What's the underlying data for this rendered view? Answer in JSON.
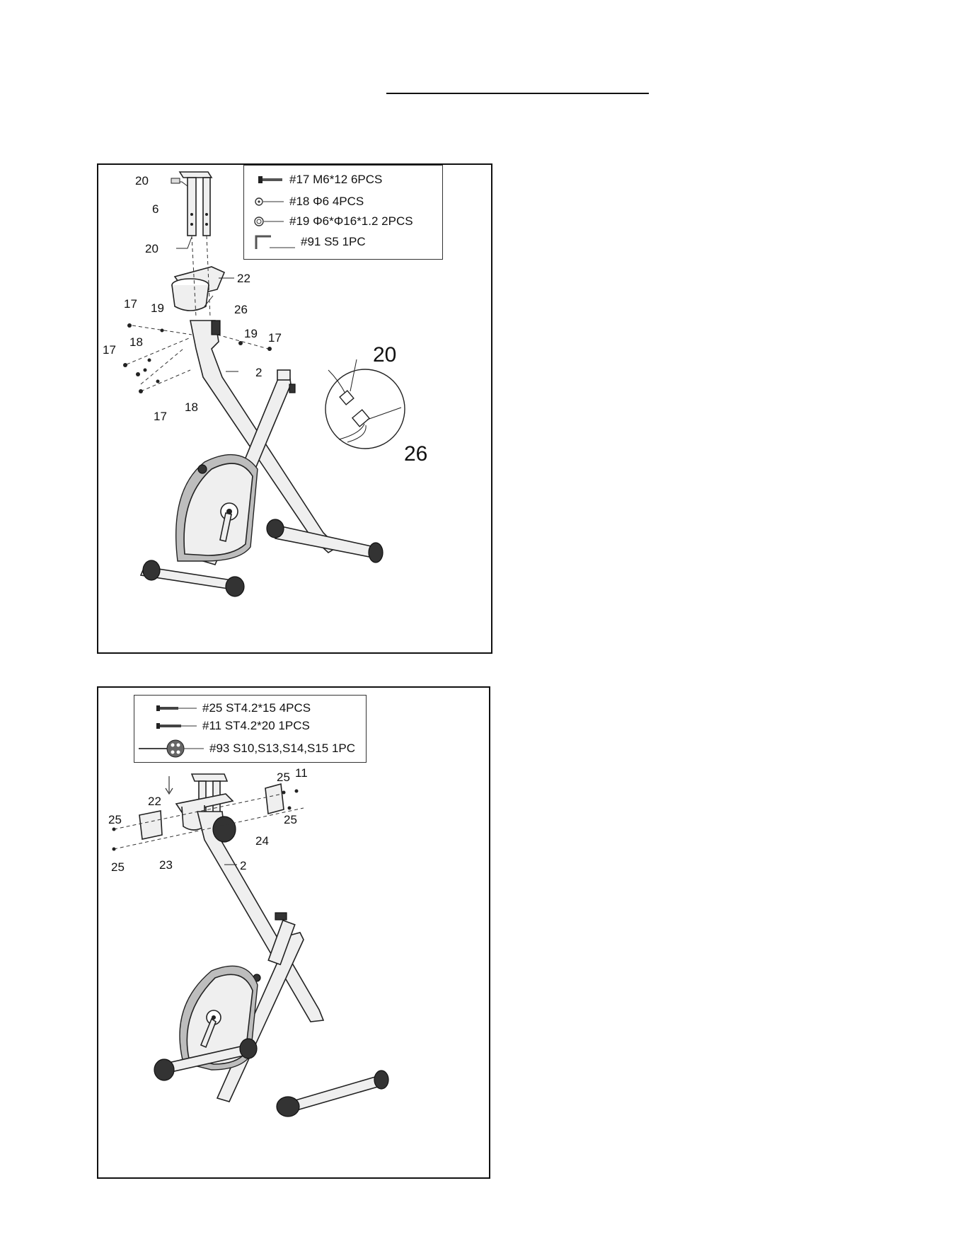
{
  "figure1": {
    "legend": [
      {
        "icon": "bolt-icon",
        "label": "#17  M6*12  6PCS"
      },
      {
        "icon": "washer-icon",
        "label": "#18  Φ6  4PCS"
      },
      {
        "icon": "washer-icon",
        "label": "#19  Φ6*Φ16*1.2  2PCS"
      },
      {
        "icon": "allen-key-icon",
        "label": "#91  S5  1PC"
      }
    ],
    "callouts": {
      "c20a": "20",
      "c6": "6",
      "c20b": "20",
      "c22": "22",
      "c17a": "17",
      "c19a": "19",
      "c26": "26",
      "c18a": "18",
      "c17b": "17",
      "c19b": "19",
      "c17c": "17",
      "c2": "2",
      "c18b": "18",
      "c17d": "17"
    },
    "detail": {
      "label_top": "20",
      "label_right": "26"
    }
  },
  "figure2": {
    "legend": [
      {
        "icon": "screw-icon",
        "label": "#25 ST4.2*15  4PCS"
      },
      {
        "icon": "screw-icon",
        "label": "#11 ST4.2*20  1PCS"
      },
      {
        "icon": "multi-wrench-icon",
        "label": "#93 S10,S13,S14,S15  1PC"
      }
    ],
    "callouts": {
      "c25a": "25",
      "c11": "11",
      "c22": "22",
      "c25b": "25",
      "c25c": "25",
      "c24": "24",
      "c25d": "25",
      "c23": "23",
      "c2": "2"
    }
  }
}
